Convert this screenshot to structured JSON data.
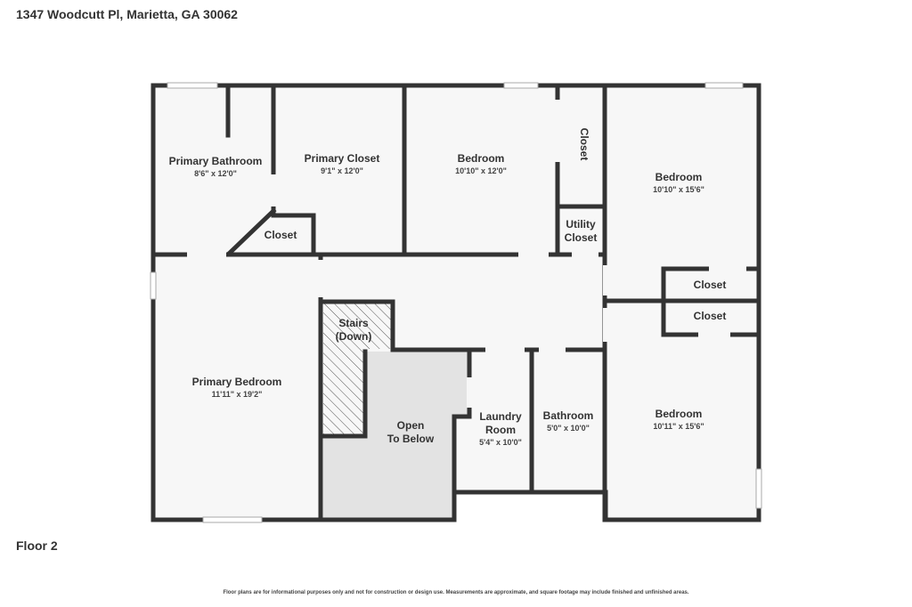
{
  "header": {
    "address": "1347 Woodcutt Pl, Marietta, GA 30062"
  },
  "floor_label": "Floor 2",
  "disclaimer": "Floor plans are for informational purposes only and not for construction or design use. Measurements are approximate, and square footage may include finished and unfinished areas.",
  "rooms": {
    "primary_bathroom": {
      "name": "Primary Bathroom",
      "dims": "8'6\" x 12'0\""
    },
    "primary_closet": {
      "name": "Primary Closet",
      "dims": "9'1\" x 12'0\""
    },
    "bedroom_top": {
      "name": "Bedroom",
      "dims": "10'10\" x 12'0\""
    },
    "closet_vertical": {
      "name": "Closet"
    },
    "bedroom_right_top": {
      "name": "Bedroom",
      "dims": "10'10\" x 15'6\""
    },
    "closet_small": {
      "name": "Closet"
    },
    "utility_closet": {
      "name_line1": "Utility",
      "name_line2": "Closet"
    },
    "closet_right_1": {
      "name": "Closet"
    },
    "closet_right_2": {
      "name": "Closet"
    },
    "primary_bedroom": {
      "name": "Primary Bedroom",
      "dims": "11'11\" x 19'2\""
    },
    "stairs": {
      "name_line1": "Stairs",
      "name_line2": "(Down)"
    },
    "open_below": {
      "name_line1": "Open",
      "name_line2": "To Below"
    },
    "laundry": {
      "name_line1": "Laundry",
      "name_line2": "Room",
      "dims": "5'4\" x 10'0\""
    },
    "bathroom": {
      "name": "Bathroom",
      "dims": "5'0\" x 10'0\""
    },
    "bedroom_right_bottom": {
      "name": "Bedroom",
      "dims": "10'11\" x 15'6\""
    }
  },
  "colors": {
    "wall": "#333333",
    "floor": "#f7f7f7",
    "open_below": "#e3e3e3"
  }
}
